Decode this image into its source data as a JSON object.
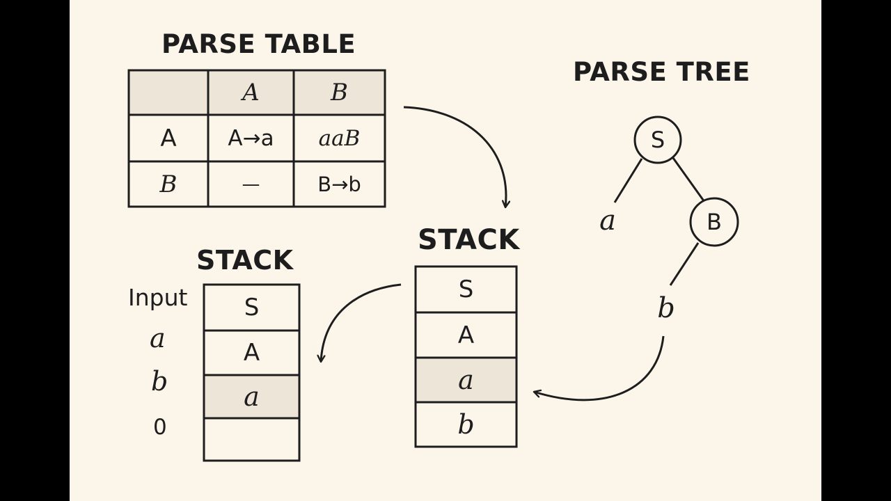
{
  "parse_table": {
    "title": "PARSE TABLE",
    "header": [
      "",
      "A",
      "B"
    ],
    "rows": [
      [
        "A",
        "A→a",
        "aaB"
      ],
      [
        "B",
        "—",
        "B→b"
      ]
    ]
  },
  "parse_tree": {
    "title": "PARSE TREE",
    "nodes": {
      "root": "S",
      "leaf_a": "a",
      "node_b": "B",
      "leaf_b": "b"
    }
  },
  "stack_left": {
    "title": "STACK",
    "input_label": "Input",
    "input": [
      "a",
      "b",
      "0"
    ],
    "cells": [
      "S",
      "A",
      "a",
      ""
    ]
  },
  "stack_right": {
    "title": "STACK",
    "cells": [
      "S",
      "A",
      "a",
      "b"
    ]
  },
  "colors": {
    "background": "#fbf5ea",
    "shade": "#ede6d8",
    "ink": "#1d1d1d",
    "frame": "#000000"
  }
}
